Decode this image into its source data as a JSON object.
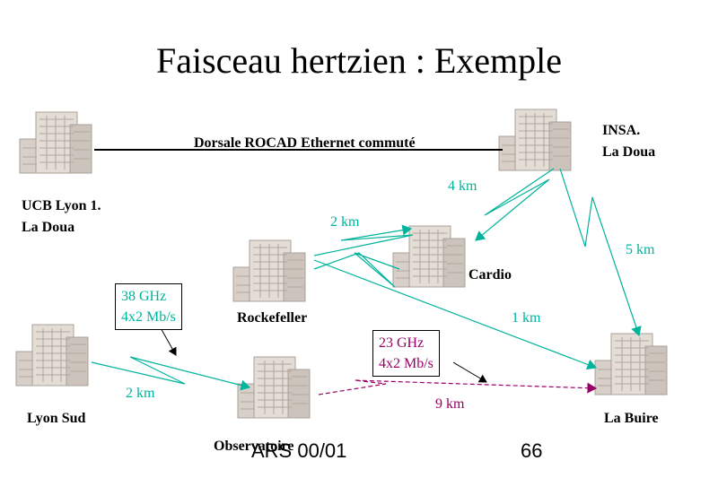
{
  "title": "Faisceau hertzien : Exemple",
  "sites": {
    "ucb": {
      "line1": "UCB Lyon 1.",
      "line2": "La Doua"
    },
    "insa": {
      "line1": "INSA.",
      "line2": "La Doua"
    },
    "cardio": "Cardio",
    "rockefeller": "Rockefeller",
    "lyon_sud": "Lyon Sud",
    "observatoire": "Observatoire",
    "la_buire": "La Buire"
  },
  "backbone_label": "Dorsale ROCAD Ethernet commuté",
  "links": {
    "insa_cardio": "4 km",
    "rockefeller_cardio": "2 km",
    "insa_buire": "5 km",
    "cardio_buire": "1 km",
    "lyonsud_obs": "2 km",
    "obs_buire": "9 km"
  },
  "callouts": {
    "ghz38": {
      "line1": "38 GHz",
      "line2": "4x2 Mb/s"
    },
    "ghz23": {
      "line1": "23 GHz",
      "line2": "4x2 Mb/s"
    }
  },
  "footer": {
    "course": "ARS 00/01",
    "page": "66"
  },
  "colors": {
    "teal": "#00b39b",
    "magenta": "#990066",
    "building": "#d8d0c8"
  }
}
